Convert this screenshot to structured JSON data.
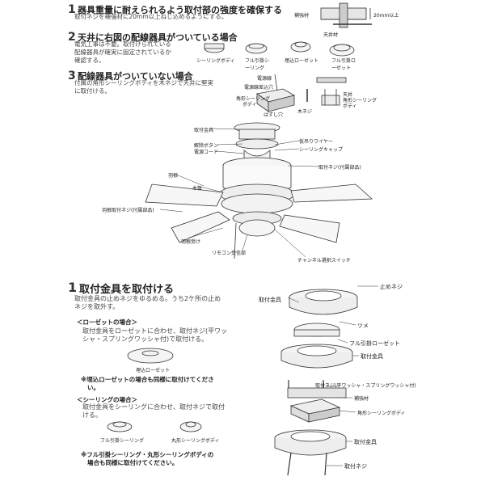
{
  "section1": {
    "num": "1",
    "title": "器具重量に耐えられるよう取付部の強度を確保する",
    "desc": "取付ネジを補強材に20mm以上ねじ込めるようにする。",
    "labels": {
      "reinforcement": "補強材",
      "depth": "20mm以上",
      "ceiling": "天井材"
    }
  },
  "section2": {
    "num": "2",
    "title": "天井に右図の配線器具がついている場合",
    "desc": [
      "電気工事は不要。取付けられている",
      "配線器具が確実に固定されているか",
      "確認する。"
    ],
    "labels": {
      "ceiling_body": "シーリングボディ",
      "full_hook": "フル引掛シーリング",
      "embedded": "埋込ローゼット",
      "hook_rosette": "フル引掛ローゼット"
    }
  },
  "section3": {
    "num": "3",
    "title": "配線器具がついていない場合",
    "desc": [
      "付属の角形シーリングボディを木ネジで天井に堅実",
      "に取付ける。"
    ],
    "labels": {
      "cable": "電源線",
      "insert": "電源線差込穴",
      "square_body": "角形シーリング",
      "body": "ボディ",
      "release": "はずし穴",
      "wood_screw": "木ネジ",
      "ceiling": "天井",
      "square_body2": "角形シーリング",
      "body2": "ボディ"
    }
  },
  "fan": {
    "labels": {
      "bracket": "取付金具",
      "release_btn": "解除ボタン",
      "power_cord": "電源コード",
      "temp_wire": "仮吊りワイヤー",
      "cap": "シーリングキャップ",
      "screw_incl": "取付ネジ(付属部品)",
      "blade": "羽根",
      "body": "本体",
      "blade_screw": "羽根取付ネジ(付属部品)",
      "blade_holder": "羽根受け",
      "remote_rx": "リモコン受信部",
      "channel": "チャンネル選択スイッチ"
    }
  },
  "step1": {
    "num": "1",
    "title": "取付金具を取付ける",
    "desc": [
      "取付金具の止めネジをゆるめる。うち2ケ所の止め",
      "ネジを取外す。"
    ],
    "rosette_head": "＜ローゼットの場合＞",
    "rosette_desc": [
      "取付金具をローゼットに合わせ、取付ネジ(平ワッ",
      "シャ・スプリングワッシャ付)で取付ける。"
    ],
    "rosette_caption": "埋込ローゼット",
    "rosette_note": "※埋込ローゼットの場合も同様に取付けてくださ",
    "rosette_note2": "い。",
    "ceiling_head": "＜シーリングの場合＞",
    "ceiling_desc": [
      "取付金具をシーリングに合わせ、取付ネジで取付",
      "ける。"
    ],
    "ceiling_caption1": "フル引掛シーリング",
    "ceiling_caption2": "丸形シーリングボディ",
    "ceiling_note": "※フル引掛シーリング・丸形シーリングボディの",
    "ceiling_note2": "場合も同様に取付けてください。",
    "labels": {
      "bracket": "取付金具",
      "stop_screw": "止めネジ",
      "claw": "ツメ",
      "full_rosette": "フル引掛ローゼット",
      "bracket2": "取付金具",
      "screw_washer": "取付ネジ(平ワッシャ・スプリングワッシャ付)",
      "reinforcement": "補強材",
      "square_body": "角形シーリングボディ",
      "bracket3": "取付金具",
      "screw": "取付ネジ"
    }
  }
}
